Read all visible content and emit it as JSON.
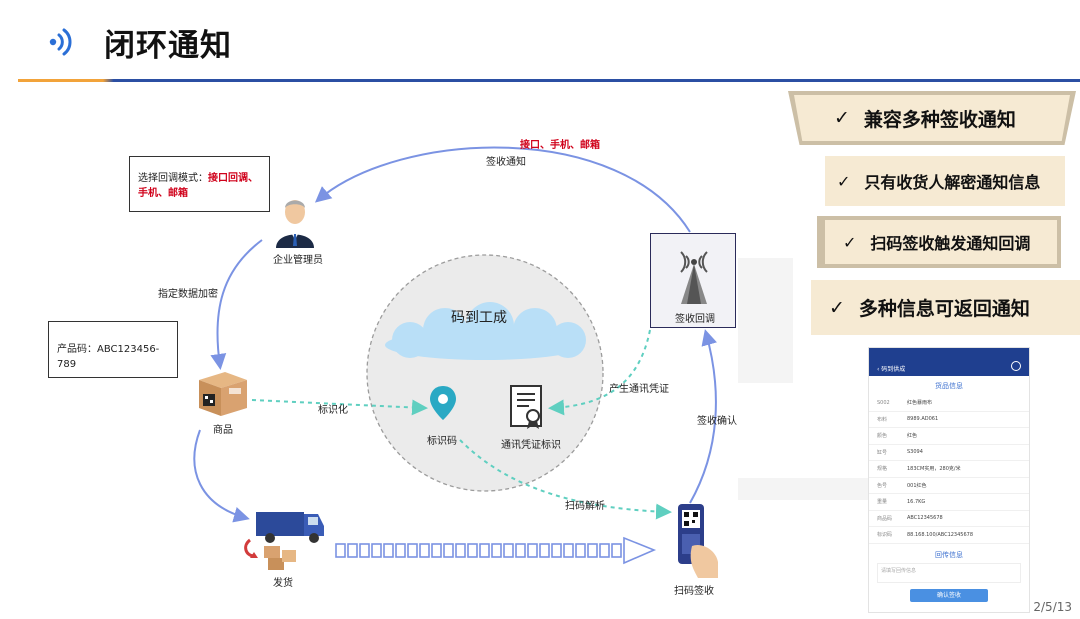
{
  "header": {
    "title": "闭环通知"
  },
  "diagram": {
    "top_channels": "接口、手机、邮箱",
    "sign_notify": "签收通知",
    "callout_mode_prefix": "选择回调模式：",
    "callout_mode_red": "接口回调、手机、邮箱",
    "admin_label": "企业管理员",
    "encrypt_label": "指定数据加密",
    "product_code_callout": "产品码：ABC123456-789",
    "goods_label": "商品",
    "identify_label": "标识化",
    "cloud_label": "码到工成",
    "id_code_label": "标识码",
    "voucher_label": "通讯凭证标识",
    "gen_voucher_label": "产生通讯凭证",
    "sign_callback_label": "签收回调",
    "sign_confirm_label": "签收确认",
    "scan_parse_label": "扫码解析",
    "ship_label": "发货",
    "scan_sign_label": "扫码签收"
  },
  "banners": [
    {
      "check": "✓",
      "text": "兼容多种签收通知"
    },
    {
      "check": "✓",
      "text": "只有收货人解密通知信息"
    },
    {
      "check": "✓",
      "text": "扫码签收触发通知回调"
    },
    {
      "check": "✓",
      "text": "多种信息可返回通知"
    }
  ],
  "phone": {
    "nav_title": "‹ 码到供成",
    "section_title": "货品信息",
    "rows": [
      {
        "k": "S002",
        "v": "红色暴雨布"
      },
      {
        "k": "布料",
        "v": "8989.AD061"
      },
      {
        "k": "颜色",
        "v": "红色"
      },
      {
        "k": "缸号",
        "v": "S3094"
      },
      {
        "k": "规格",
        "v": "183CM实用，280克/米"
      },
      {
        "k": "色号",
        "v": "001红色"
      },
      {
        "k": "重量",
        "v": "16.7KG"
      },
      {
        "k": "商品码",
        "v": "ABC12345678"
      },
      {
        "k": "标识码",
        "v": "88.168.100/ABC12345678"
      }
    ],
    "feedback_title": "回传信息",
    "feedback_placeholder": "请填写回传信息",
    "confirm_button": "确认签收"
  },
  "footer": {
    "page": "2/5/13"
  },
  "colors": {
    "arrow_blue": "#7b93e3",
    "dashed_teal": "#5fcfc0",
    "banner_bg": "#f6ead3",
    "header_blue": "#2b4fa3",
    "header_orange": "#f2a33a"
  }
}
